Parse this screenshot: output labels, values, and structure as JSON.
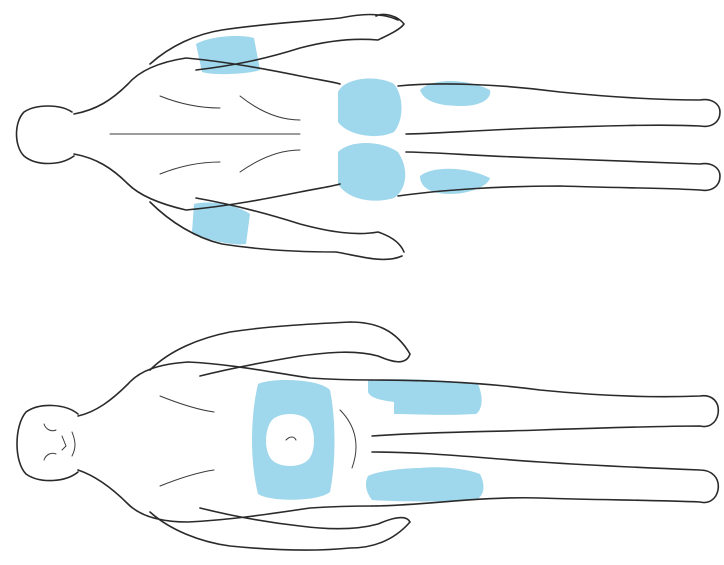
{
  "figure": {
    "subject": "injection-site-diagram",
    "views": [
      {
        "id": "back-view",
        "icon": "human-body-back-icon",
        "zones": [
          "upper-arm-right",
          "upper-arm-left",
          "buttock-right",
          "buttock-left",
          "back-thigh-right",
          "back-thigh-left"
        ]
      },
      {
        "id": "front-view",
        "icon": "human-body-front-icon",
        "zones": [
          "abdomen-ring",
          "front-thigh-upper",
          "front-thigh-lower"
        ]
      }
    ]
  },
  "colors": {
    "injection_zone": "#9fd7ec",
    "outline": "#2a2a2a",
    "background": "#ffffff"
  }
}
